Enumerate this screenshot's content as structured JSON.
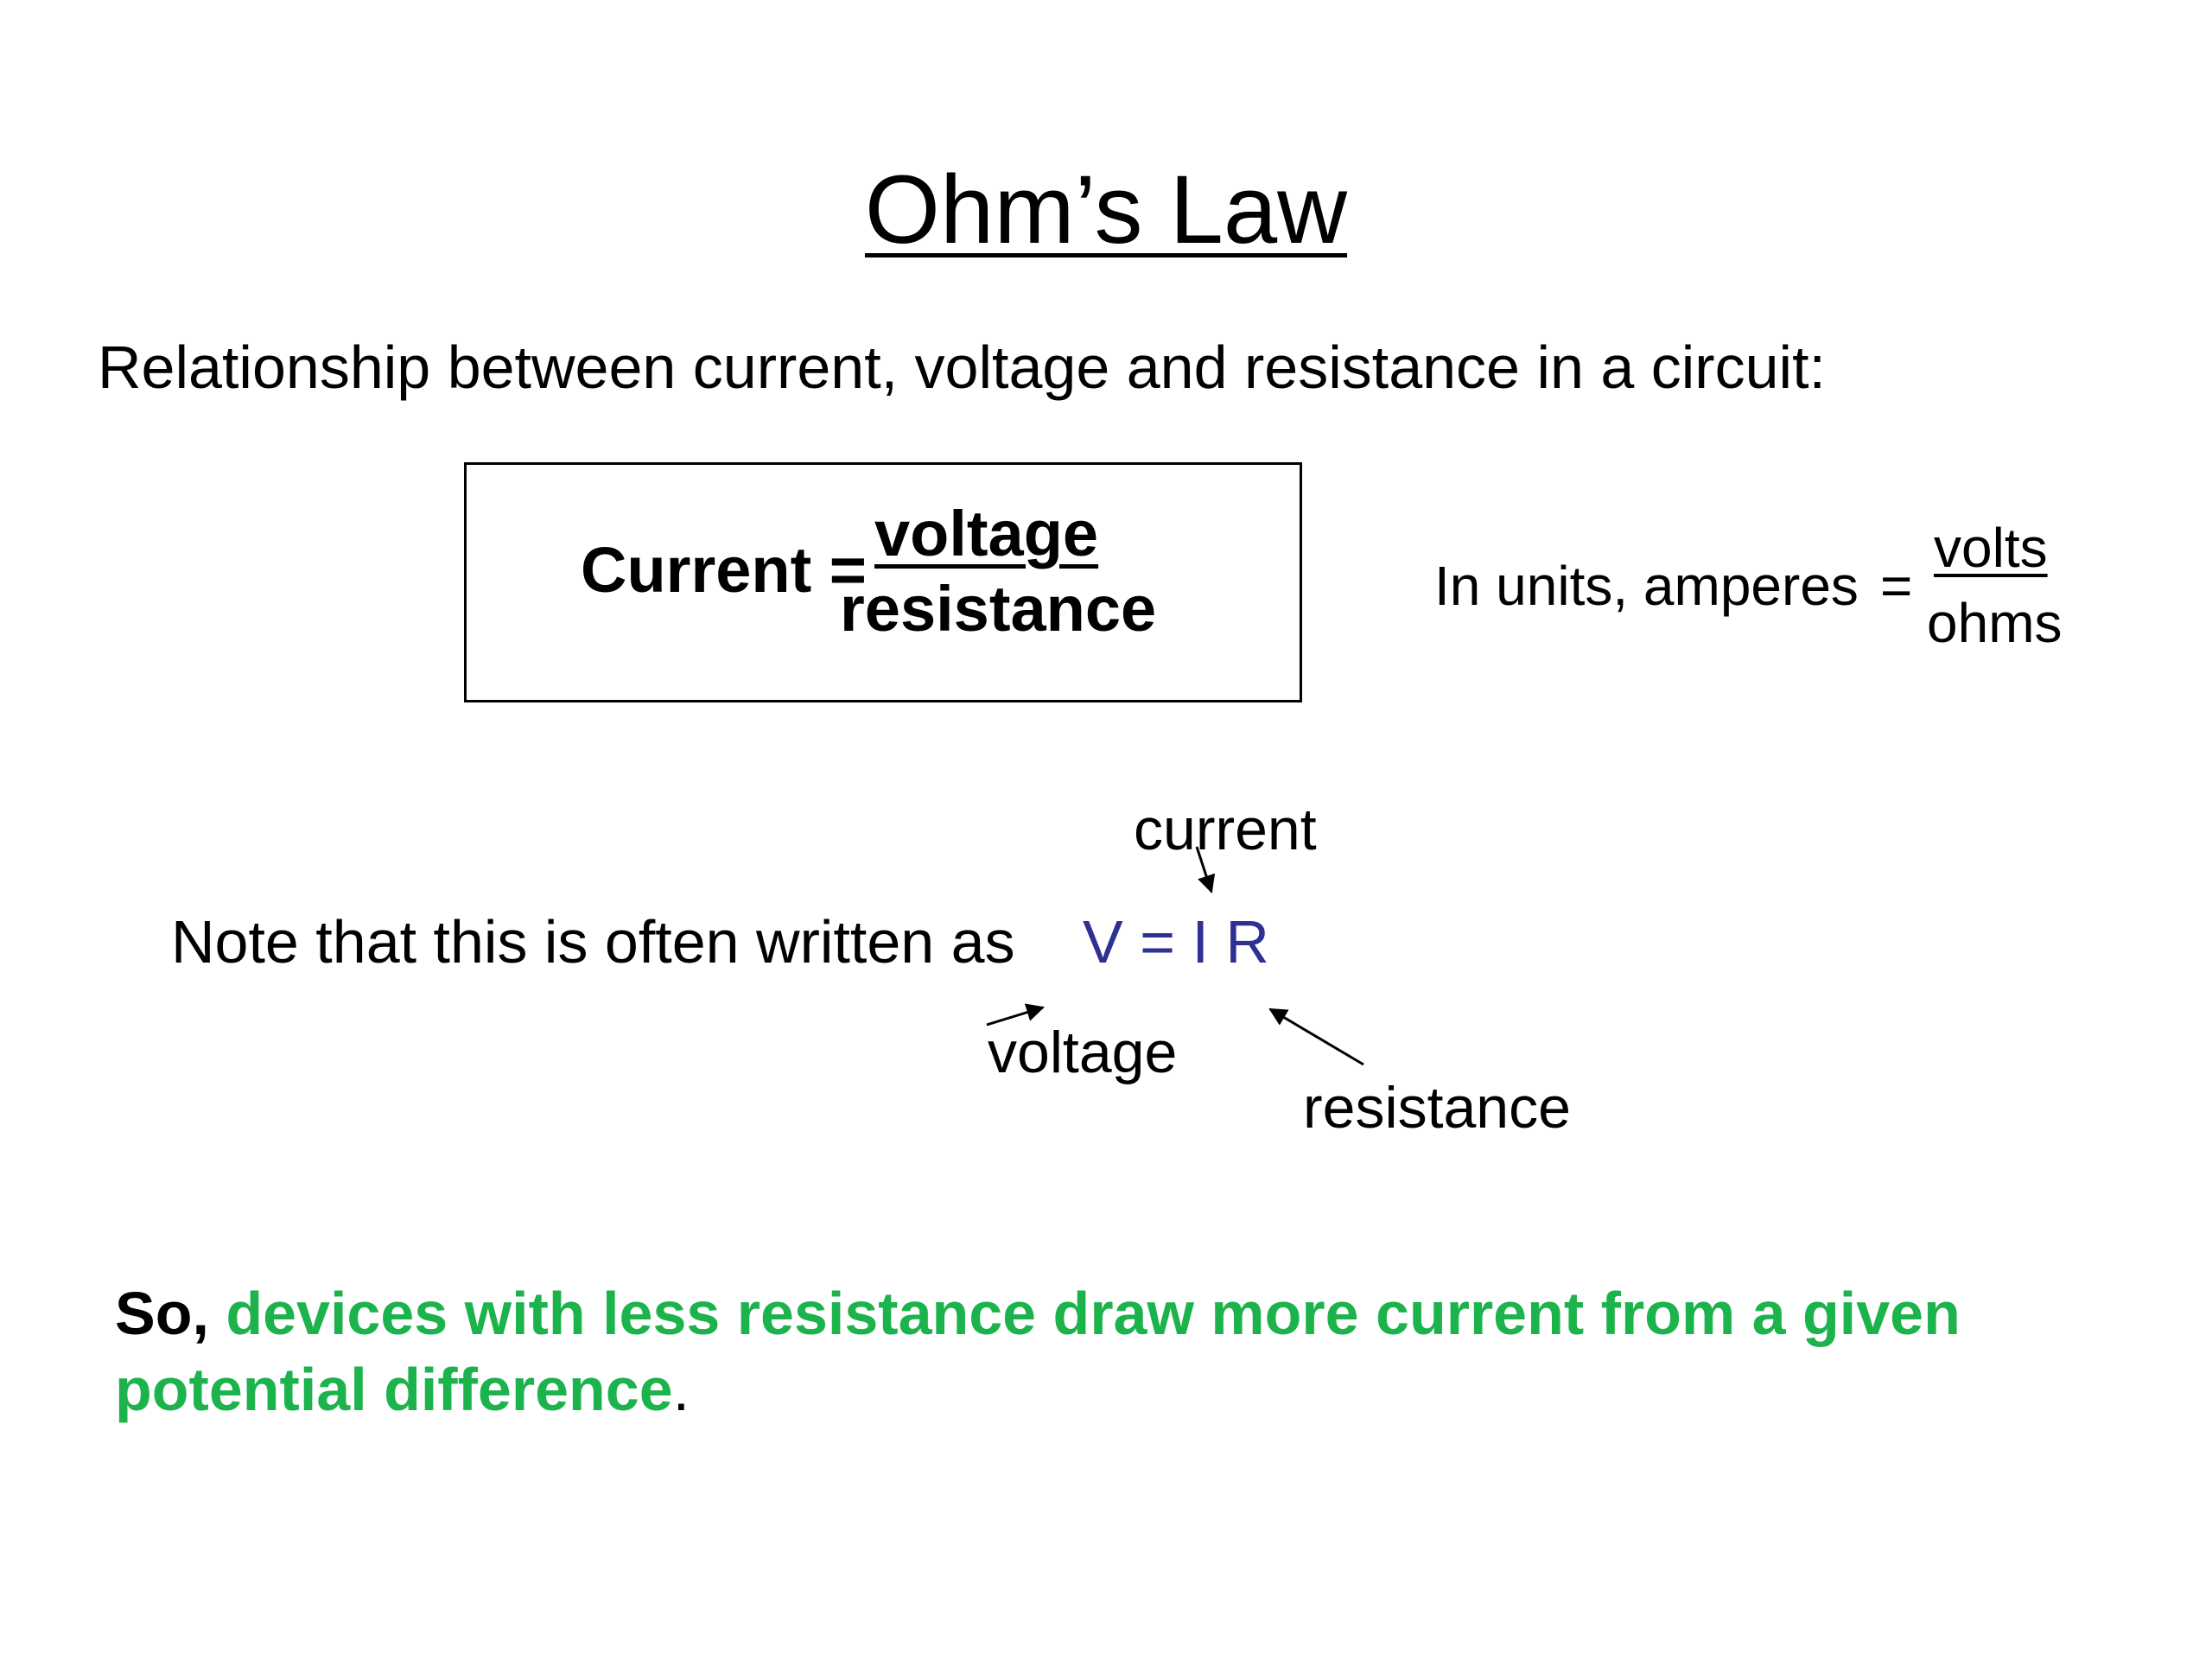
{
  "slide": {
    "title": "Ohm’s Law",
    "intro": "Relationship between current, voltage and resistance in a circuit:",
    "formula": {
      "lhs": "Current =",
      "numerator": "voltage",
      "denominator": "resistance"
    },
    "units": {
      "label": "In units, amperes",
      "equals": "=",
      "numerator": "volts",
      "denominator": "ohms"
    },
    "note": {
      "text": "Note that this is often written as",
      "equation": "V = I R",
      "equation_color": "#2e3192"
    },
    "annotations": {
      "current": "current",
      "voltage": "voltage",
      "resistance": "resistance"
    },
    "conclusion": {
      "lead": "So,",
      "highlight": "devices with less resistance draw more current from a given potential difference",
      "tail": ".",
      "highlight_color": "#1db34c"
    }
  }
}
